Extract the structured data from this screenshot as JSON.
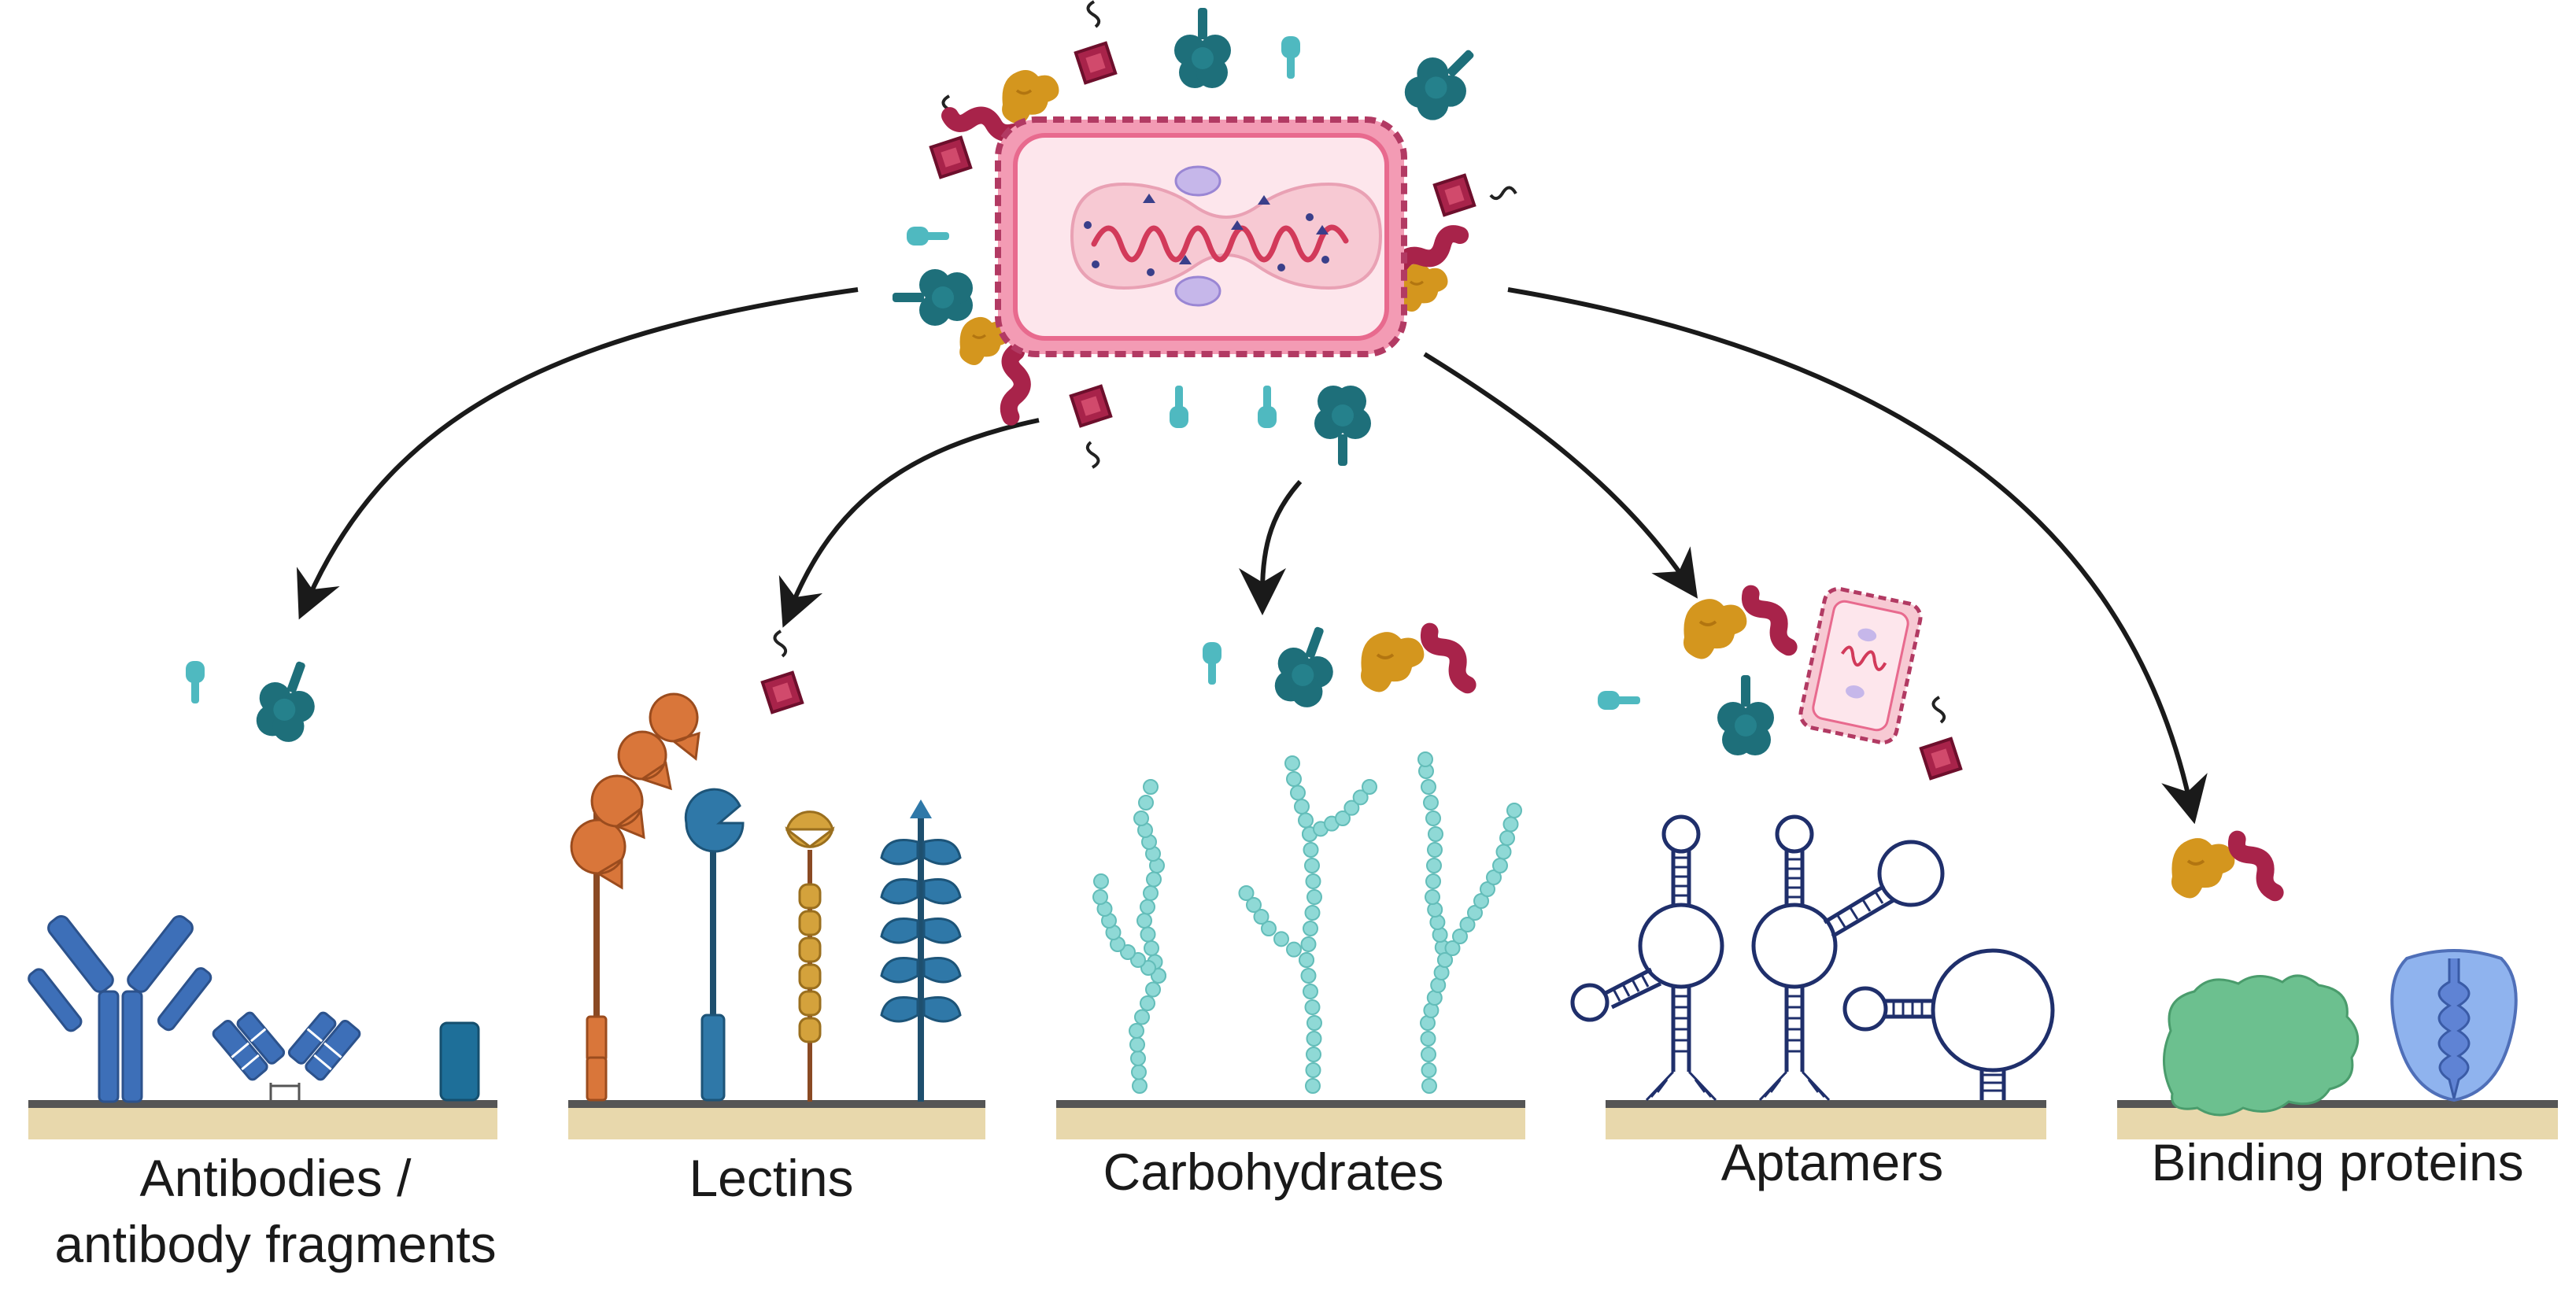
{
  "categories": [
    {
      "id": "antibodies",
      "line1": "Antibodies /",
      "line2": "antibody fragments"
    },
    {
      "id": "lectins",
      "line1": "Lectins"
    },
    {
      "id": "carbohydrates",
      "line1": "Carbohydrates"
    },
    {
      "id": "aptamers",
      "line1": "Aptamers"
    },
    {
      "id": "binding-proteins",
      "line1": "Binding proteins"
    }
  ],
  "colors": {
    "cell_fill": "#f7c9d3",
    "cell_border": "#b23a63",
    "teal_dark": "#1e6f7a",
    "teal_light": "#4fb9c0",
    "crimson": "#a8234a",
    "mustard": "#d4961e",
    "antibody_blue": "#3d6fb8",
    "lectin_orange": "#d9763a",
    "lectin_blue": "#2f78a8",
    "lectin_gold": "#d4a23c",
    "carb_bead": "#8fd9d6",
    "aptamer_navy": "#1f2f6b",
    "protein_green": "#6cc08f",
    "protein_blue": "#8fb3ee",
    "surface_bar": "#e8d8ac",
    "surface_line": "#555555",
    "arrow": "#1a1a1a"
  }
}
